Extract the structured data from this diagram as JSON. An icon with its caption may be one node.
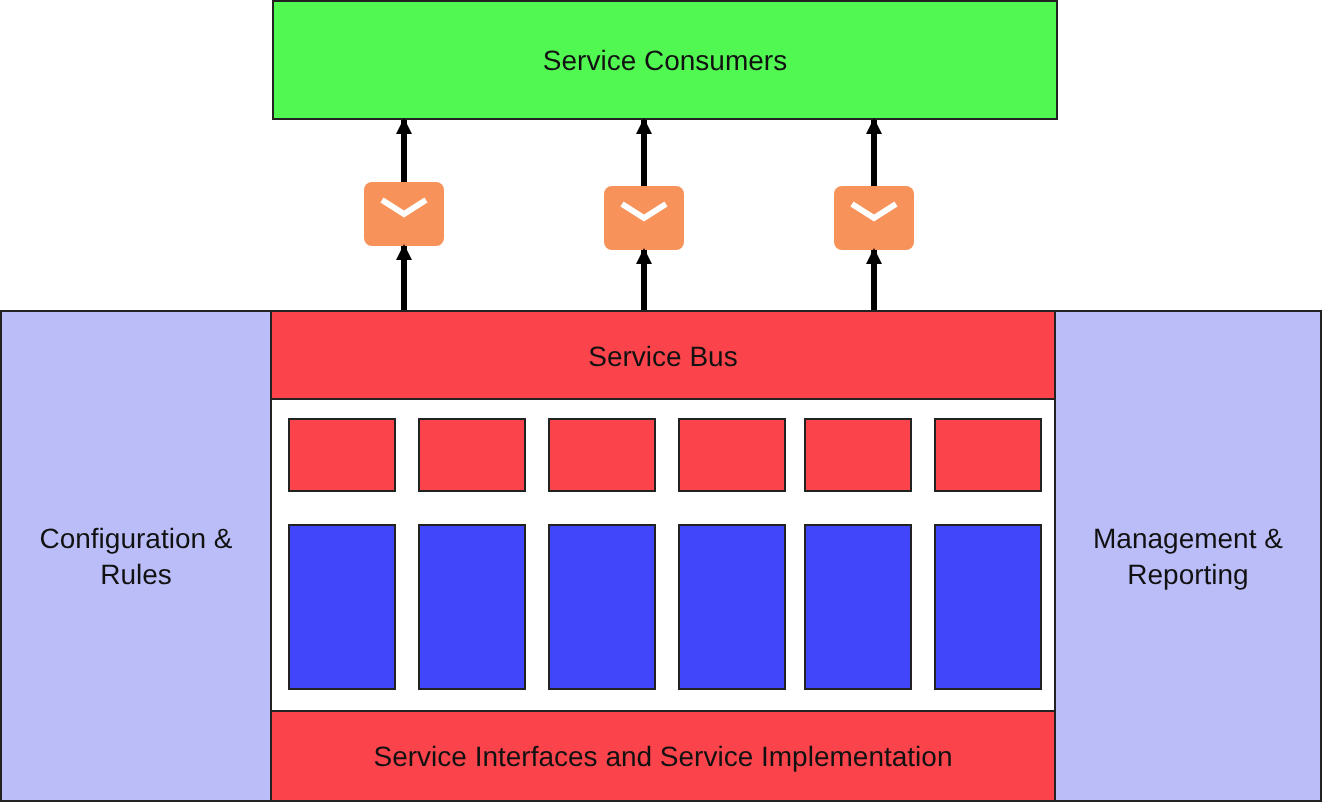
{
  "diagram": {
    "nodes": [
      {
        "text": [
          "Service Consumers"
        ]
      },
      {
        "text": [],
        "shape": "envelope"
      },
      {
        "text": [],
        "shape": "envelope"
      },
      {
        "text": [],
        "shape": "envelope"
      },
      {
        "text": [
          "Configuration & Rules"
        ]
      },
      {
        "text": [
          "Service Bus"
        ]
      },
      {
        "text": [],
        "shape": "box"
      },
      {
        "text": [],
        "shape": "box",
        "in": 6
      },
      {
        "text": [],
        "shape": "box",
        "in": 6
      },
      {
        "text": [],
        "shape": "box",
        "in": 6
      },
      {
        "text": [],
        "shape": "box",
        "in": 6
      },
      {
        "text": [],
        "shape": "box",
        "in": 6
      },
      {
        "text": [],
        "shape": "box",
        "in": 6
      },
      {
        "text": [],
        "shape": "box",
        "in": 6
      },
      {
        "text": [],
        "shape": "box",
        "in": 6
      },
      {
        "text": [],
        "shape": "box",
        "in": 6
      },
      {
        "text": [],
        "shape": "box",
        "in": 6
      },
      {
        "text": [],
        "shape": "box",
        "in": 6
      },
      {
        "text": [],
        "shape": "box",
        "in": 6
      },
      {
        "text": [
          "Service Interfaces and Service Implementation"
        ]
      },
      {
        "text": [
          "Management & Reporting"
        ]
      }
    ],
    "edges": [
      {
        "from": 5,
        "to": 1,
        "arrow": "to"
      },
      {
        "from": 1,
        "to": 0,
        "arrow": "to"
      },
      {
        "from": 5,
        "to": 2,
        "arrow": "to"
      },
      {
        "from": 2,
        "to": 0,
        "arrow": "to"
      },
      {
        "from": 5,
        "to": 3,
        "arrow": "to"
      },
      {
        "from": 3,
        "to": 0,
        "arrow": "to"
      }
    ]
  }
}
